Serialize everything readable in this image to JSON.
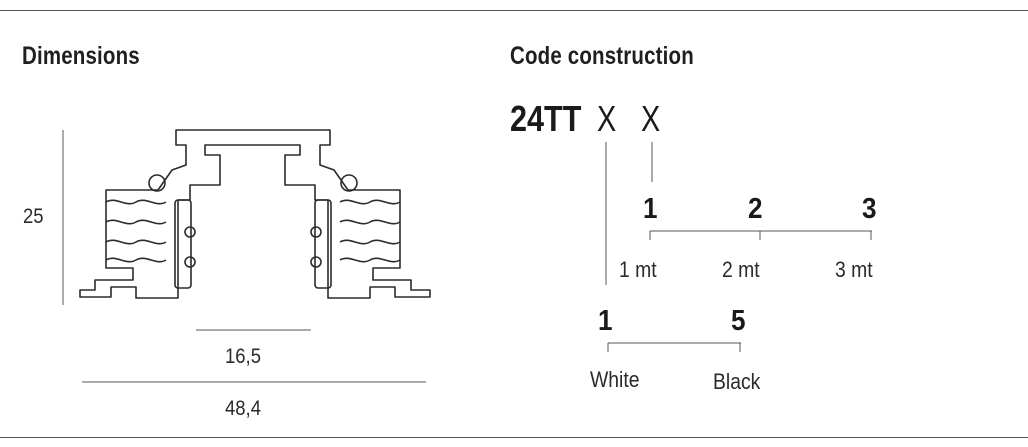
{
  "sections": {
    "dimensions_title": "Dimensions",
    "code_title": "Code construction"
  },
  "dimensions": {
    "height": "25",
    "inner_width": "16,5",
    "outer_width": "48,4"
  },
  "code": {
    "prefix": "24TT",
    "placeholder_1": "X",
    "placeholder_2": "X",
    "length_options": [
      {
        "code": "1",
        "label": "1 mt"
      },
      {
        "code": "2",
        "label": "2 mt"
      },
      {
        "code": "3",
        "label": "3 mt"
      }
    ],
    "color_options": [
      {
        "code": "1",
        "label": "White"
      },
      {
        "code": "5",
        "label": "Black"
      }
    ]
  }
}
